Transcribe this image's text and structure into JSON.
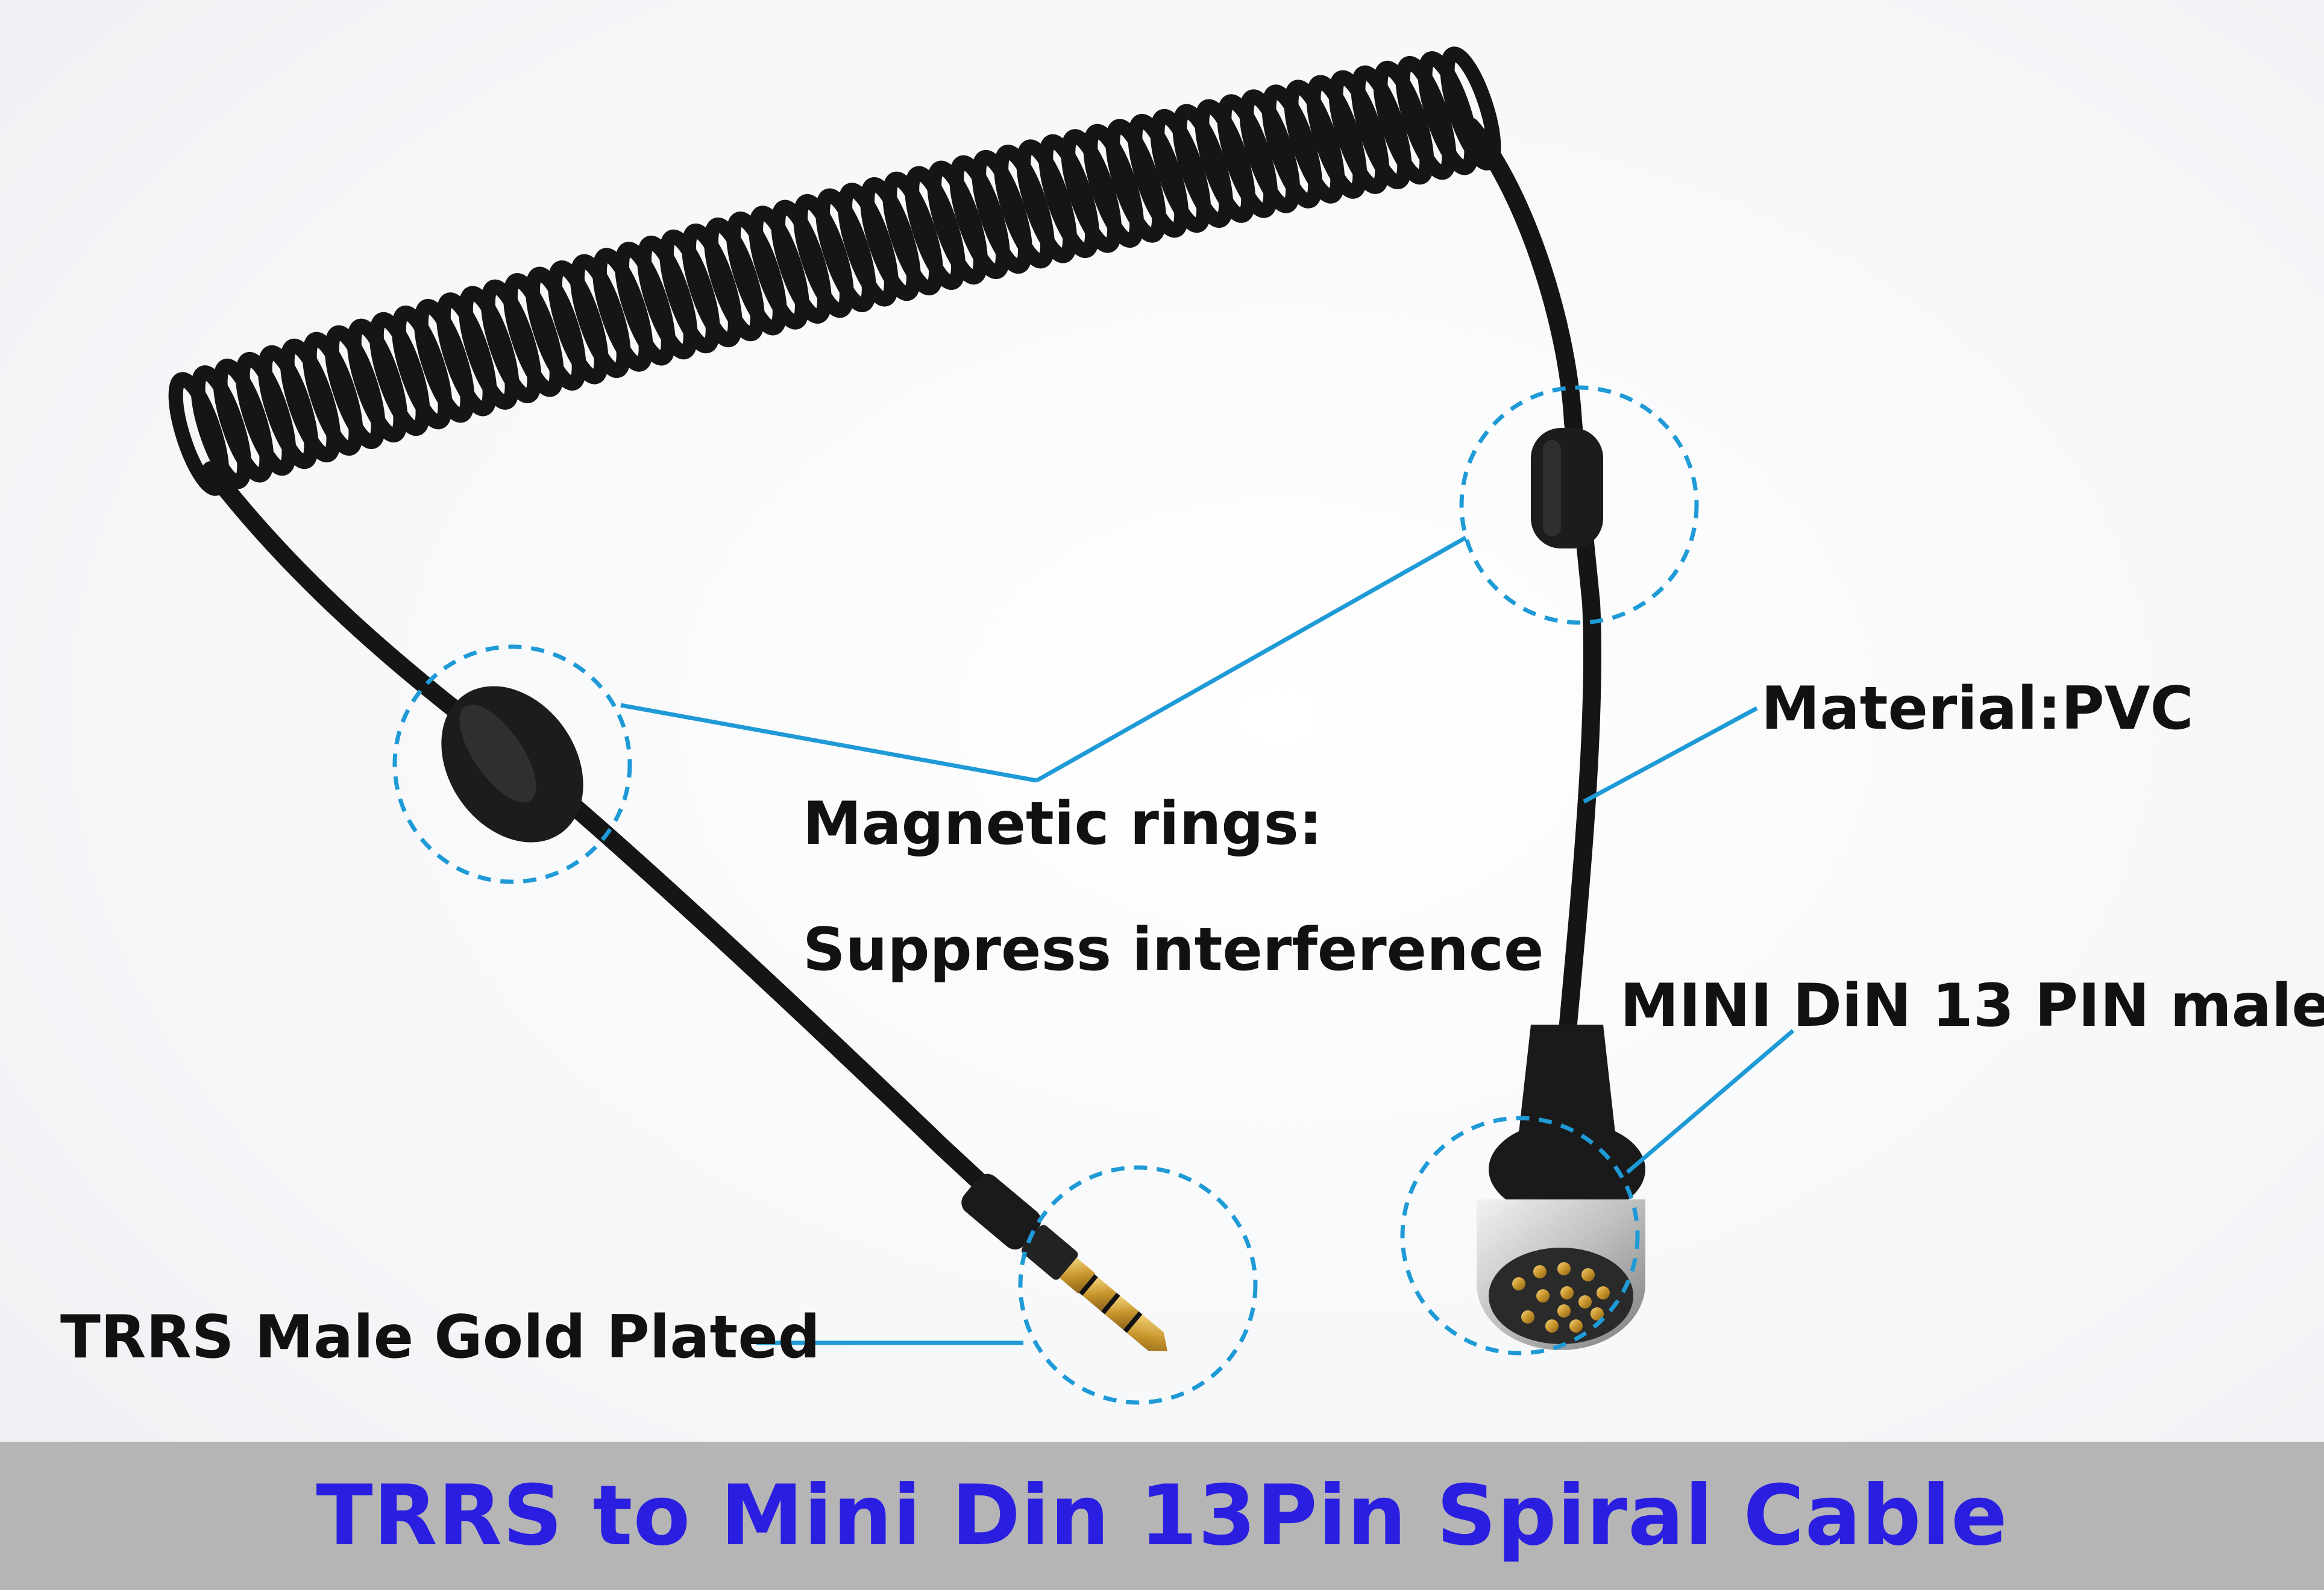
{
  "colors": {
    "callout": "#1e9ad6",
    "cable": "#151515",
    "title": "#2a1fe0",
    "footer_band": "#b5b5b5",
    "gold": "#d4a83a"
  },
  "labels": {
    "magnetic_rings": "Magnetic rings:",
    "suppress_interference": "Suppress interference",
    "material": "Material:PVC",
    "mini_din": "MINI DiN 13 PIN male",
    "trrs": "TRRS Male Gold Plated"
  },
  "footer": {
    "title": "TRRS to Mini Din 13Pin Spiral Cable"
  }
}
